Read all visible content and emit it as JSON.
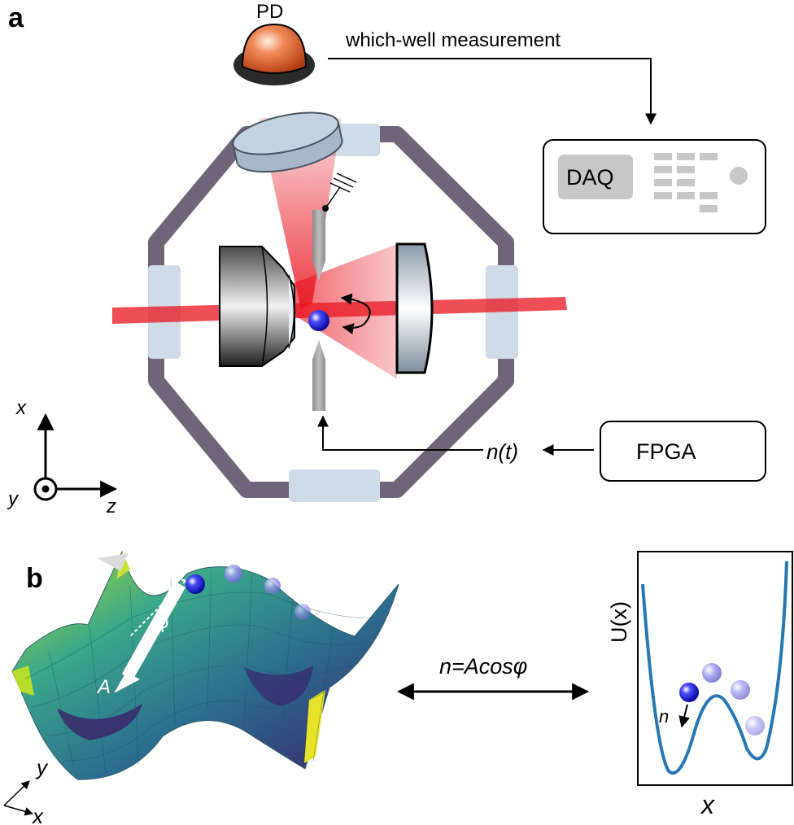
{
  "panel_a": {
    "label": "a",
    "pd_label": "PD",
    "measurement_label": "which-well measurement",
    "daq_label": "DAQ",
    "fpga_label": "FPGA",
    "feedback_label": "n(t)",
    "axes": {
      "x": "x",
      "y": "y",
      "z": "z"
    }
  },
  "panel_b": {
    "label": "b",
    "relation_label": "n=Acosφ",
    "surface_labels": {
      "amplitude": "A",
      "phase": "φ",
      "axis_x": "x",
      "axis_y": "y"
    },
    "plot": {
      "ylabel": "U(x)",
      "xlabel": "x",
      "arrow_label": "n"
    }
  },
  "colors": {
    "chamber": "#6e6678",
    "window": "#cfdbe6",
    "laser": "#e8141f",
    "particle": "#1a1ae6",
    "potential_line": "#2677b4"
  }
}
